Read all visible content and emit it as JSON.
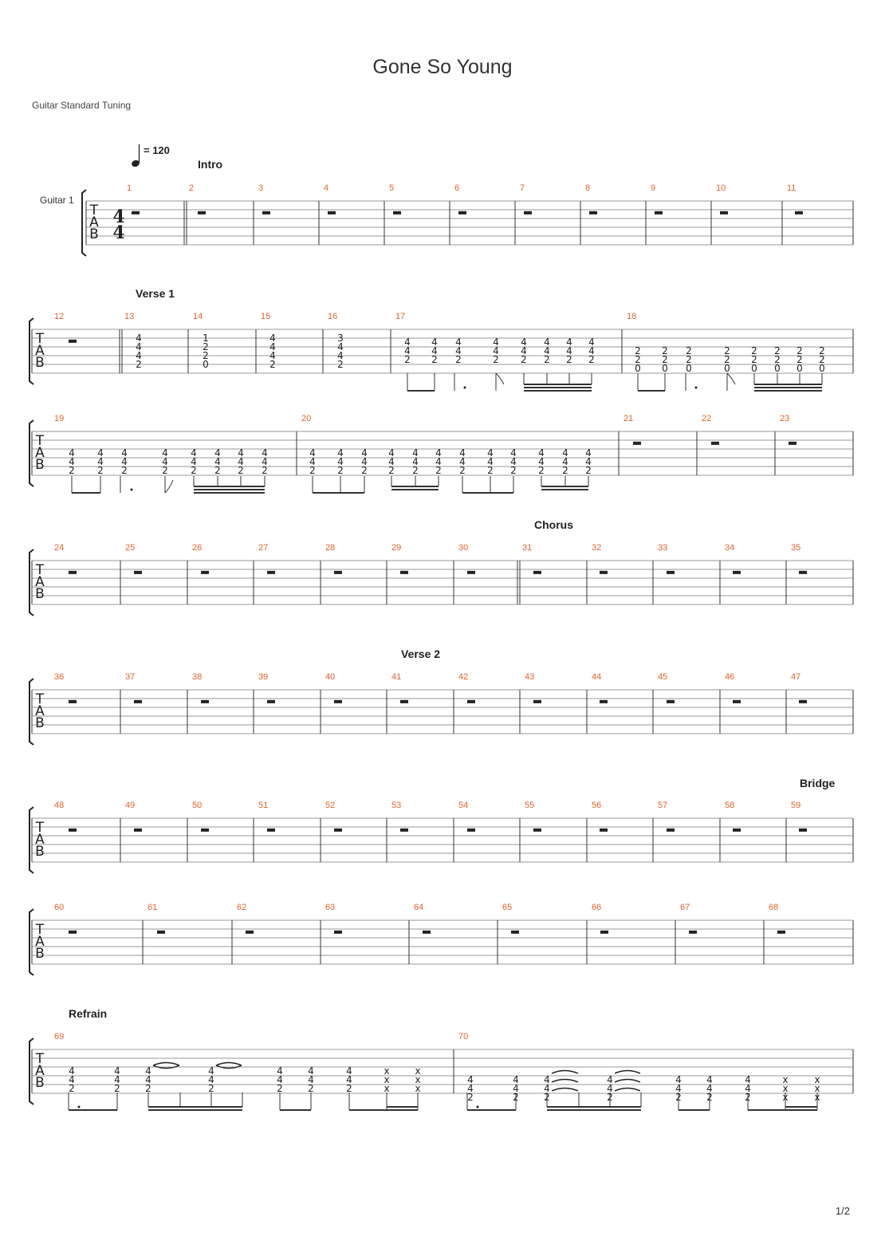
{
  "title": "Gone So Young",
  "tuning": "Guitar Standard Tuning",
  "page": "1/2",
  "track": "Guitar 1",
  "tempo": "= 120",
  "time_signature": [
    "4",
    "4"
  ],
  "tab_letters": [
    "T",
    "A",
    "B"
  ],
  "sections": [
    {
      "label": "Intro",
      "measure": "1"
    },
    {
      "label": "Verse 1",
      "measure": "12"
    },
    {
      "label": "Chorus",
      "measure": "31"
    },
    {
      "label": "Verse 2",
      "measure": "41"
    },
    {
      "label": "Bridge",
      "measure": "59"
    },
    {
      "label": "Refrain",
      "measure": "69"
    }
  ],
  "systems": [
    {
      "measures": [
        "1",
        "2",
        "3",
        "4",
        "5",
        "6",
        "7",
        "8",
        "9",
        "10",
        "11"
      ]
    },
    {
      "measures": [
        "12",
        "13",
        "14",
        "15",
        "16",
        "17",
        "18"
      ]
    },
    {
      "measures": [
        "19",
        "20",
        "21",
        "22",
        "23"
      ]
    },
    {
      "measures": [
        "24",
        "25",
        "26",
        "27",
        "28",
        "29",
        "30",
        "31",
        "32",
        "33",
        "34",
        "35"
      ]
    },
    {
      "measures": [
        "36",
        "37",
        "38",
        "39",
        "40",
        "41",
        "42",
        "43",
        "44",
        "45",
        "46",
        "47"
      ]
    },
    {
      "measures": [
        "48",
        "49",
        "50",
        "51",
        "52",
        "53",
        "54",
        "55",
        "56",
        "57",
        "58",
        "59"
      ]
    },
    {
      "measures": [
        "60",
        "61",
        "62",
        "63",
        "64",
        "65",
        "66",
        "67",
        "68"
      ]
    },
    {
      "measures": [
        "69",
        "70"
      ]
    }
  ],
  "chords": {
    "A5": [
      "4",
      "4",
      "2"
    ],
    "A5_quarter": [
      "4",
      "4",
      "4",
      "2"
    ],
    "chord_14": [
      "1",
      "2",
      "2",
      "0"
    ],
    "chord_16": [
      "3",
      "4",
      "4",
      "2"
    ],
    "E5": [
      "2",
      "2",
      "0"
    ],
    "mute": [
      "x",
      "x",
      "x"
    ]
  },
  "colors": {
    "measure_number": "#e8612c",
    "text": "#222222",
    "staff_line": "#9a9a9a"
  }
}
